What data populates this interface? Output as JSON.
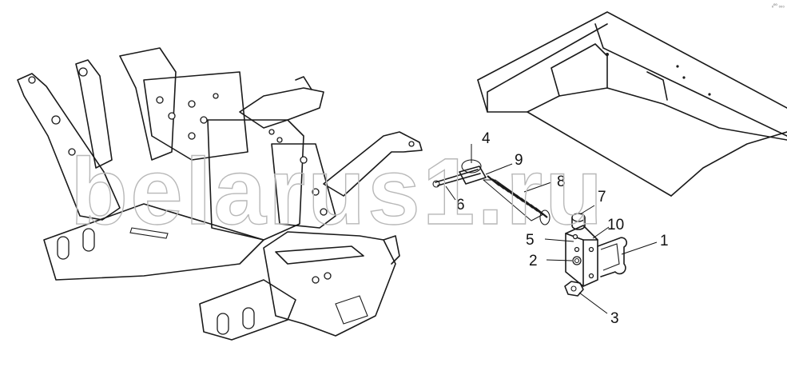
{
  "watermark": "belarus1.ru",
  "corner_mark": "ₓ⁰⁰ ₀₀₀",
  "callouts": [
    "1",
    "2",
    "3",
    "4",
    "5",
    "6",
    "7",
    "8",
    "9",
    "10"
  ]
}
